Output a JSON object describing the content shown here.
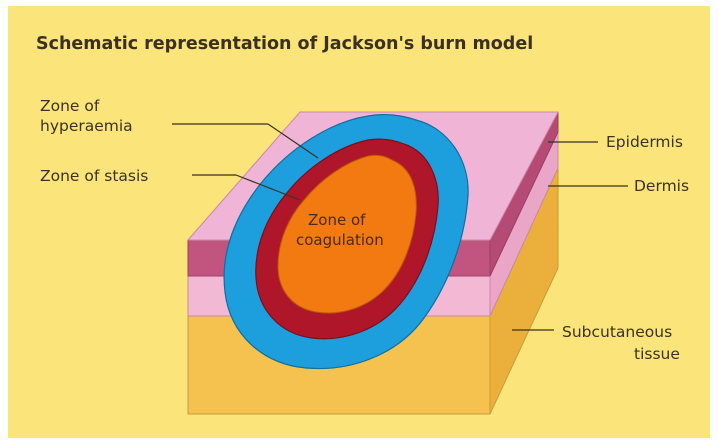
{
  "title": "Schematic representation of Jackson's burn model",
  "labels": {
    "hyperaemia_line1": "Zone of",
    "hyperaemia_line2": "hyperaemia",
    "stasis": "Zone of stasis",
    "coagulation_line1": "Zone of",
    "coagulation_line2": "coagulation",
    "epidermis": "Epidermis",
    "dermis": "Dermis",
    "subcutaneous_line1": "Subcutaneous",
    "subcutaneous_line2": "tissue"
  },
  "colors": {
    "background": "#fbe57a",
    "epidermis_top": "#f0b4d6",
    "epidermis_band": "#c2557f",
    "dermis": "#f3b8d4",
    "subcutaneous": "#f6c24f",
    "subcutaneous_side": "#ebb03c",
    "hyperaemia_zone": "#1c9fdc",
    "stasis_zone": "#b0162a",
    "coagulation_zone": "#f37a10"
  }
}
